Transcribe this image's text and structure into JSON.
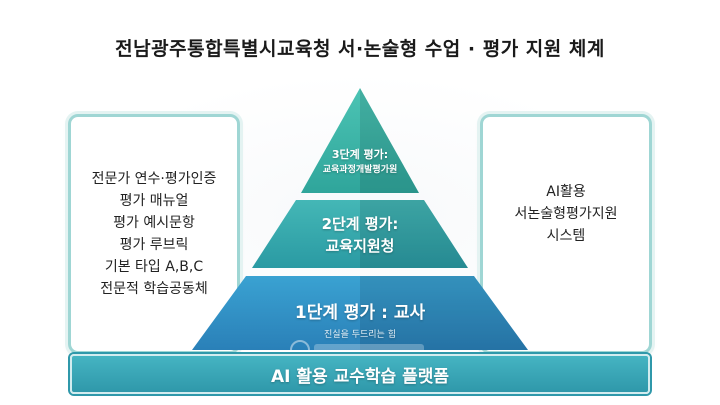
{
  "title": "전남광주통합특별시교육청 서·논술형 수업 · 평가 지원 체계",
  "left_box": {
    "items": [
      "전문가 연수·평가인증",
      "평가 매뉴얼",
      "평가 예시문항",
      "평가 루브릭",
      "기본 타입 A,B,C",
      "전문적 학습공동체"
    ]
  },
  "right_box": {
    "items": [
      "AI활용",
      "서논술형평가지원",
      "시스템"
    ]
  },
  "pyramid": {
    "tier3": {
      "label": "3단계 평가:",
      "sub": "교육과정개발평가원"
    },
    "tier2": {
      "label": "2단계 평가:",
      "sub": "교육지원청"
    },
    "tier1": {
      "label": "1단계 평가 : 교사",
      "tagline": "진실을 두드리는 힘"
    }
  },
  "platform": {
    "label": "AI 활용 교수학습 플랫폼"
  },
  "colors": {
    "tier3": "#3db3a8",
    "tier2": "#34a6ad",
    "tier1": "#2e8fc4",
    "platform": "#3aa9b8",
    "box_border": "#9fd6d4"
  }
}
